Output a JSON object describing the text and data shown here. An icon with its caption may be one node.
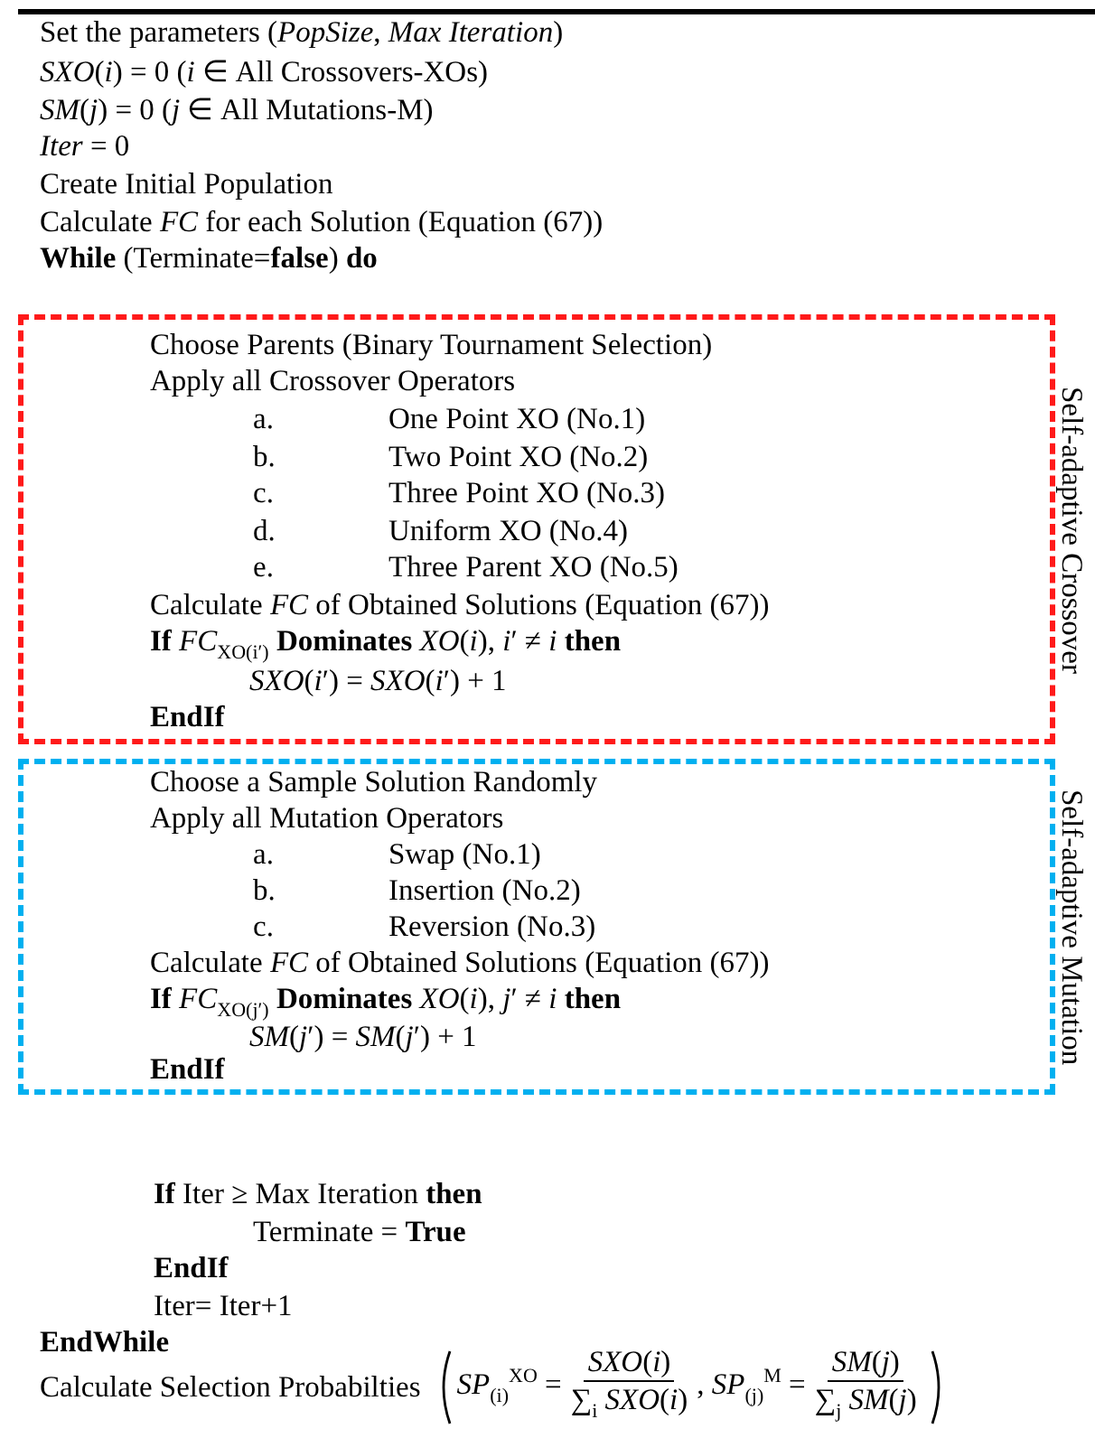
{
  "diagram": {
    "nodes": [
      {
        "text": [
          "Choose Parents (Binary Tournament Selection)",
          "Apply all Crossover Operators",
          "a.",
          "One Point XO (No.1)",
          "b.",
          "Two Point XO (No.2)",
          "c.",
          "Three Point XO (No.3)",
          "d.",
          "Uniform XO (No.4)",
          "e.",
          "Three Parent XO (No.5)",
          "Calculate *FC* of Obtained Solutions (Equation (67))",
          "**If** *FC*$_{XO(i′)}$ **Dominates** *XO*(*i*), *i*′ ≠ *i*  **then**",
          "*SXO*(*i*′) = *SXO*(*i*′) + 1",
          "EndIf",
          "Self-adaptive Crossover"
        ]
      },
      {
        "text": [
          "Choose a Sample Solution Randomly",
          "Apply all Mutation Operators",
          "a.",
          "Swap (No.1)",
          "b.",
          "Insertion (No.2)",
          "c.",
          "Reversion (No.3)",
          "Calculate *FC* of Obtained Solutions (Equation (67))",
          "**If** *FC*$_{XO(j′)}$ **Dominates** *XO*(*i*), *j*′ ≠ *i*  **then**",
          "*SM*(*j*′) = *SM*(*j*′) + 1",
          "EndIf",
          "Self-adaptive Mutation"
        ]
      }
    ],
    "edges": [],
    "labels": [
      "Set the parameters (*PopSize*, *Max Iteration*)",
      "*SXO*(*i*) = 0 (*i* ∈ All Crossovers-XOs)",
      "*SM*(*j*) = 0 (*j* ∈ All Mutations-M)",
      "*Iter* = 0",
      "Create Initial Population",
      "Calculate *FC* for each Solution (Equation (67))",
      "**While** (Terminate=**false**) **do**",
      "**If** Iter ≥ Max Iteration **then**",
      "Terminate = **True**",
      "EndIf",
      "Iter= Iter+1",
      "EndWhile",
      "Calculate Selection Probabilties",
      "*SP*$_{(i)}$$^{XO}$ =",
      "*SXO*(*i*)",
      "∑$_{i}$ *SXO*(*i*)",
      ", *SP*$_{(j)}$$^{M}$ =",
      "*SM*(*j*)",
      "∑$_{j}$ *SM*(*j*)"
    ]
  }
}
